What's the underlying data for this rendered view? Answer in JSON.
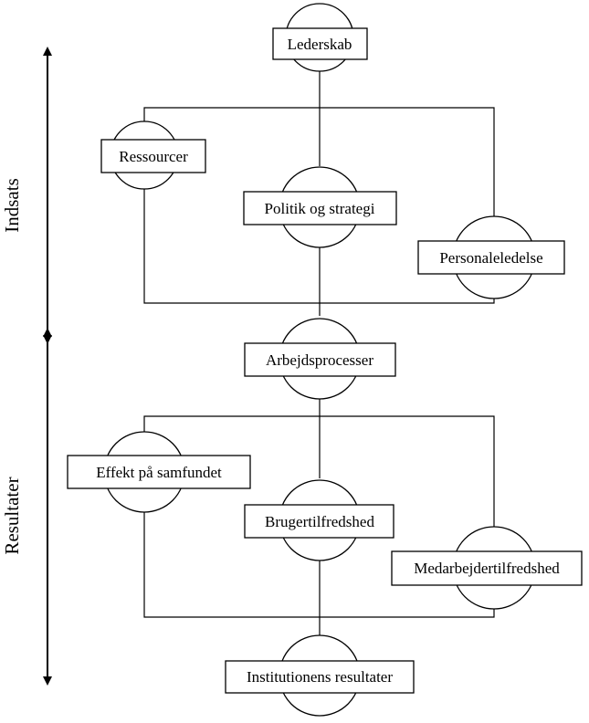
{
  "nodes": {
    "lederskab": "Lederskab",
    "ressourcer": "Ressourcer",
    "politik": "Politik og strategi",
    "personaleledelse": "Personaleledelse",
    "arbejdsprocesser": "Arbejdsprocesser",
    "effekt": "Effekt på samfundet",
    "brugertilfredshed": "Brugertilfredshed",
    "medarbejdertilfredshed": "Medarbejdertilfredshed",
    "institutionens_resultater": "Institutionens resultater"
  },
  "side_labels": {
    "top": "Indsats",
    "bottom": "Resultater"
  }
}
